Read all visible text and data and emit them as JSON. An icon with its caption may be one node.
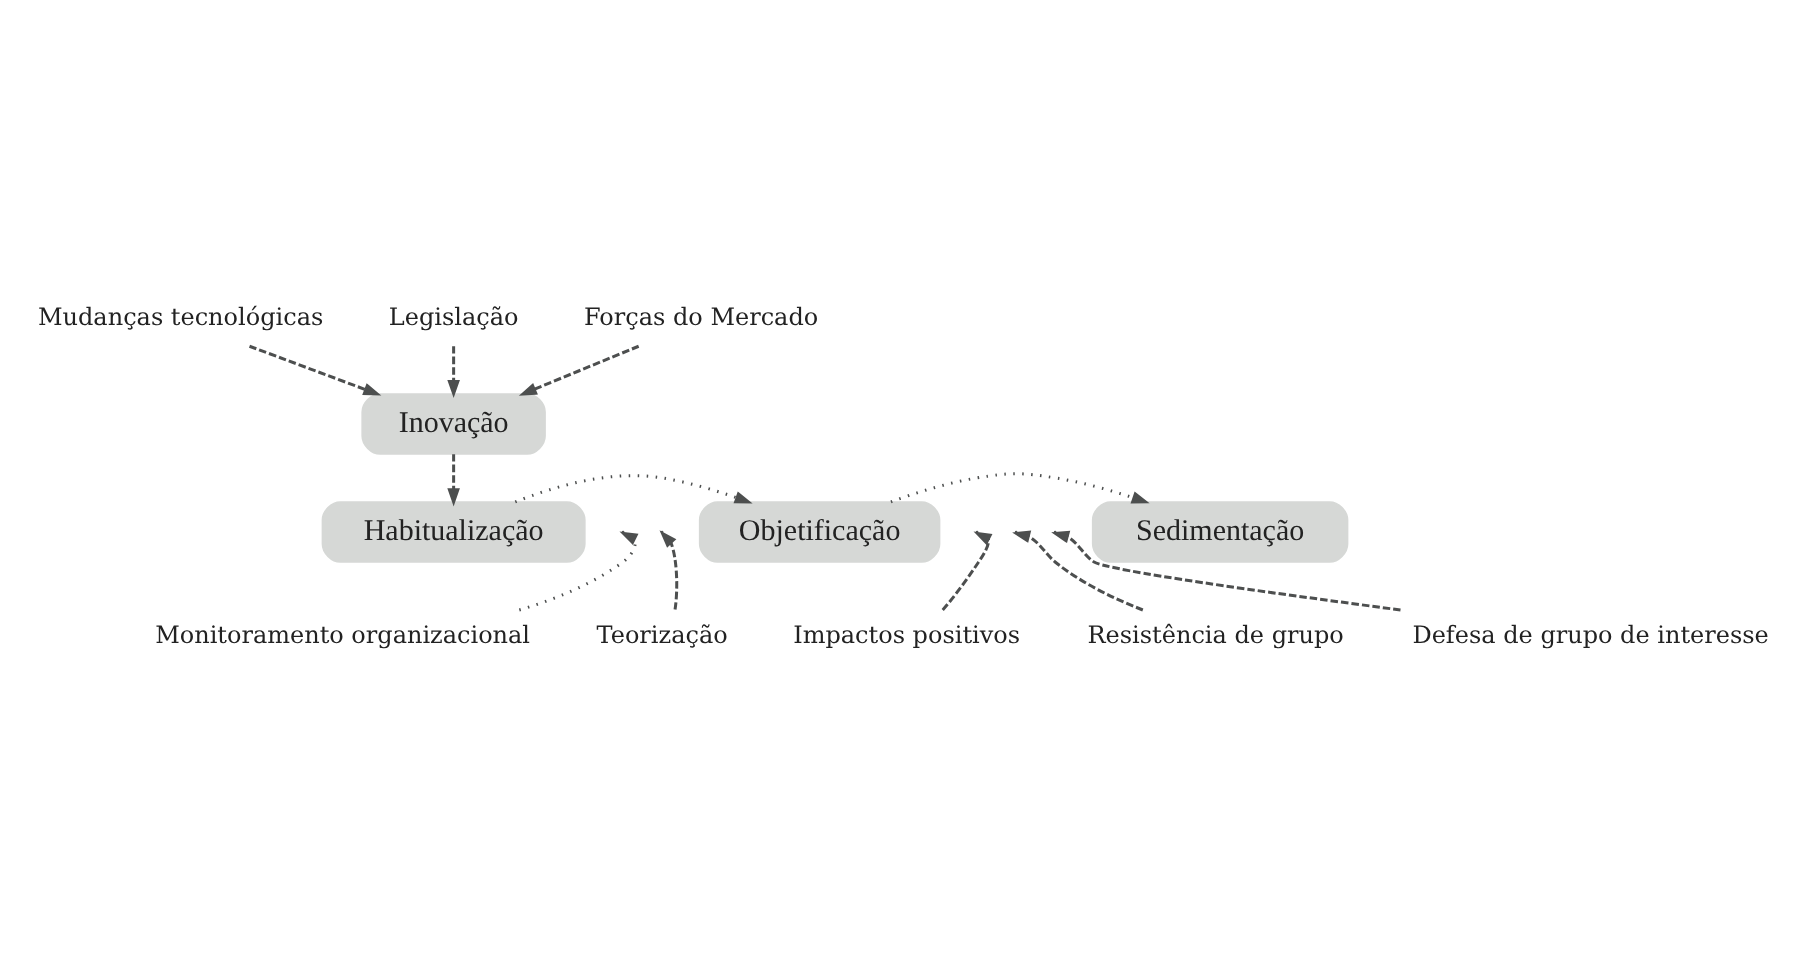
{
  "diagram": {
    "nodes": [
      {
        "text": [
          "Mudanças tecnológicas"
        ]
      },
      {
        "text": [
          "Legislação"
        ]
      },
      {
        "text": [
          "Forças do Mercado"
        ]
      },
      {
        "text": [
          "Inovação"
        ]
      },
      {
        "text": [
          "Habitualização"
        ]
      },
      {
        "text": [
          "Objetificação"
        ]
      },
      {
        "text": [
          "Sedimentação"
        ]
      },
      {
        "text": [
          "Monitoramento organizacional"
        ]
      },
      {
        "text": [
          "Teorização"
        ]
      },
      {
        "text": [
          "Impactos positivos"
        ]
      },
      {
        "text": [
          "Resistência de grupo"
        ]
      },
      {
        "text": [
          "Defesa de grupo de interesse"
        ]
      }
    ],
    "edges": [
      {
        "from": 0,
        "to": 3,
        "arrow": "to",
        "style": "dashed"
      },
      {
        "from": 1,
        "to": 3,
        "arrow": "to",
        "style": "dashed"
      },
      {
        "from": 2,
        "to": 3,
        "arrow": "to",
        "style": "dashed"
      },
      {
        "from": 3,
        "to": 4,
        "arrow": "to",
        "style": "dashed"
      },
      {
        "from": 4,
        "to": 5,
        "arrow": "to"
      },
      {
        "from": 7,
        "to": null,
        "arrow": "to"
      },
      {
        "from": 8,
        "to": null,
        "arrow": "to",
        "style": "dashed"
      },
      {
        "from": 5,
        "to": 6,
        "arrow": "to"
      },
      {
        "from": 9,
        "to": null,
        "arrow": "to",
        "style": "dashed"
      },
      {
        "from": 10,
        "to": null,
        "arrow": "to",
        "style": "dashed"
      },
      {
        "from": 11,
        "to": null,
        "arrow": "to",
        "style": "dashed"
      }
    ]
  }
}
